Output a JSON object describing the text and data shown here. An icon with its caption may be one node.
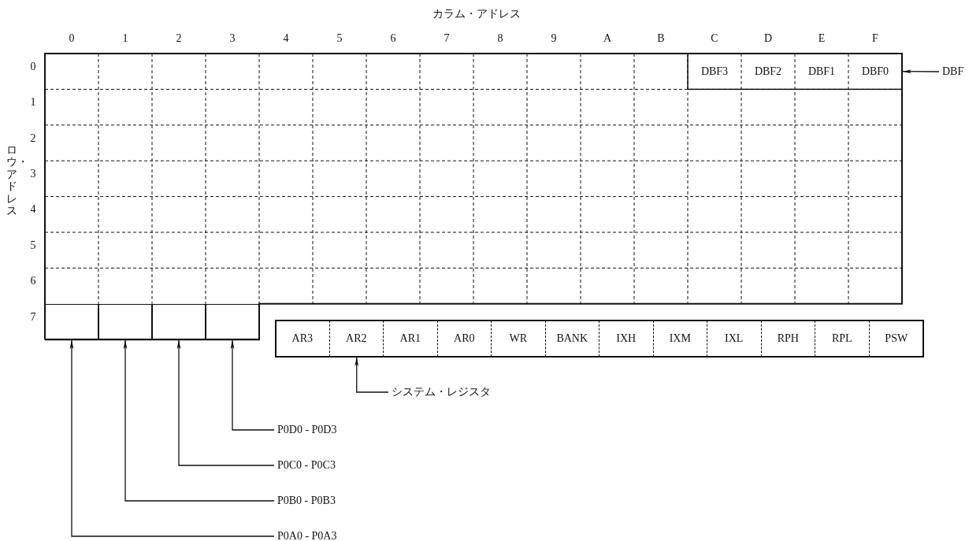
{
  "diagram": {
    "nodes": [
      {
        "text": [
          "DBF3"
        ]
      },
      {
        "text": [
          "DBF2"
        ]
      },
      {
        "text": [
          "DBF1"
        ]
      },
      {
        "text": [
          "DBF0"
        ]
      },
      {
        "text": [
          "DBF"
        ]
      },
      {
        "text": [
          "AR3"
        ]
      },
      {
        "text": [
          "AR2"
        ]
      },
      {
        "text": [
          "AR1"
        ]
      },
      {
        "text": [
          "AR0"
        ]
      },
      {
        "text": [
          "WR"
        ]
      },
      {
        "text": [
          "BANK"
        ]
      },
      {
        "text": [
          "IXH"
        ]
      },
      {
        "text": [
          "IXM"
        ]
      },
      {
        "text": [
          "IXL"
        ]
      },
      {
        "text": [
          "RPH"
        ]
      },
      {
        "text": [
          "RPL"
        ]
      },
      {
        "text": [
          "PSW"
        ]
      },
      {
        "text": [
          "システム・レジスタ"
        ]
      },
      {
        "text": [],
        "shape": "box"
      },
      {
        "text": [],
        "shape": "box"
      },
      {
        "text": [],
        "shape": "box"
      },
      {
        "text": [],
        "shape": "box"
      },
      {
        "text": [
          "P0D0 - P0D3"
        ]
      },
      {
        "text": [
          "P0C0 - P0C3"
        ]
      },
      {
        "text": [
          "P0B0 - P0B3"
        ]
      },
      {
        "text": [
          "P0A0 - P0A3"
        ]
      }
    ],
    "edges": [
      {
        "from": 4,
        "to": 3,
        "arrow": "to"
      },
      {
        "from": 17,
        "to": 6,
        "arrow": "to"
      },
      {
        "from": 22,
        "to": 21,
        "arrow": "to"
      },
      {
        "from": 23,
        "to": 20,
        "arrow": "to"
      },
      {
        "from": 24,
        "to": 19,
        "arrow": "to"
      },
      {
        "from": 25,
        "to": 18,
        "arrow": "to"
      }
    ],
    "labels": [
      "カラム・アドレス",
      "0",
      "1",
      "2",
      "3",
      "4",
      "5",
      "6",
      "7",
      "8",
      "9",
      "A",
      "B",
      "C",
      "D",
      "E",
      "F",
      "ロウ・アドレス",
      "0",
      "1",
      "2",
      "3",
      "4",
      "5",
      "6",
      "7"
    ]
  }
}
